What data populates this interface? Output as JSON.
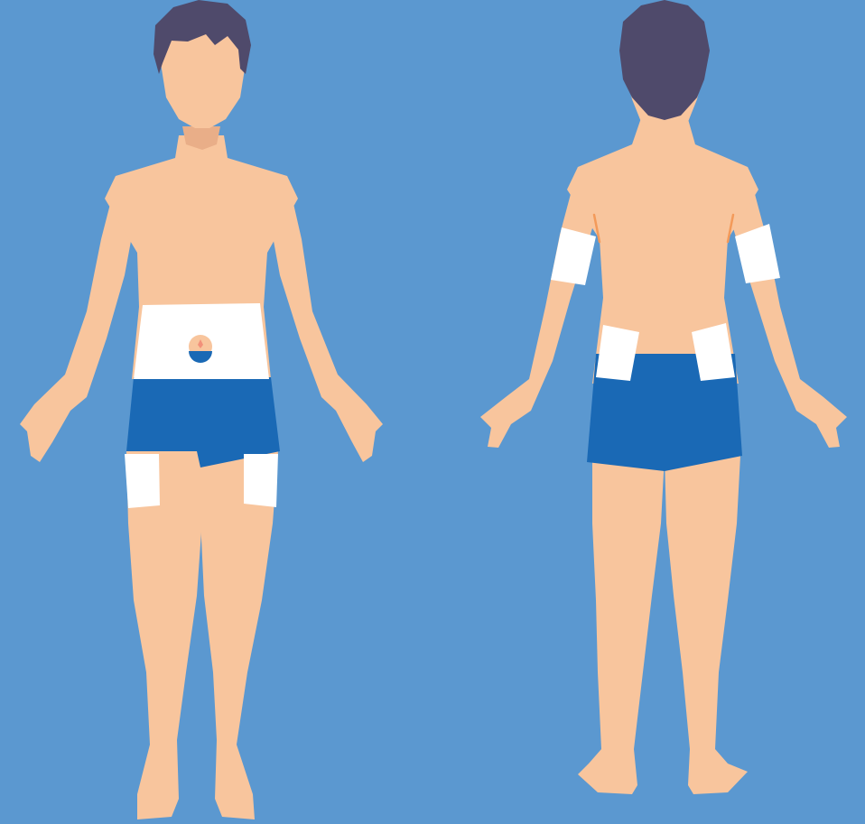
{
  "colors": {
    "background": "#5B98D0",
    "skin": "#F8C59D",
    "skin_shadow": "#E9AE88",
    "hair": "#4F4A6B",
    "shorts": "#1A69B5",
    "site_highlight": "#FFFFFF",
    "accent_line": "#F39A5A",
    "navel_blue": "#1A69B5",
    "navel_pink": "#F2907A"
  },
  "figures": {
    "front": {
      "view": "front",
      "highlighted_sites": [
        "abdomen",
        "left-thigh",
        "right-thigh"
      ]
    },
    "back": {
      "view": "back",
      "highlighted_sites": [
        "left-upper-arm",
        "right-upper-arm",
        "left-lower-back",
        "right-lower-back"
      ]
    }
  }
}
